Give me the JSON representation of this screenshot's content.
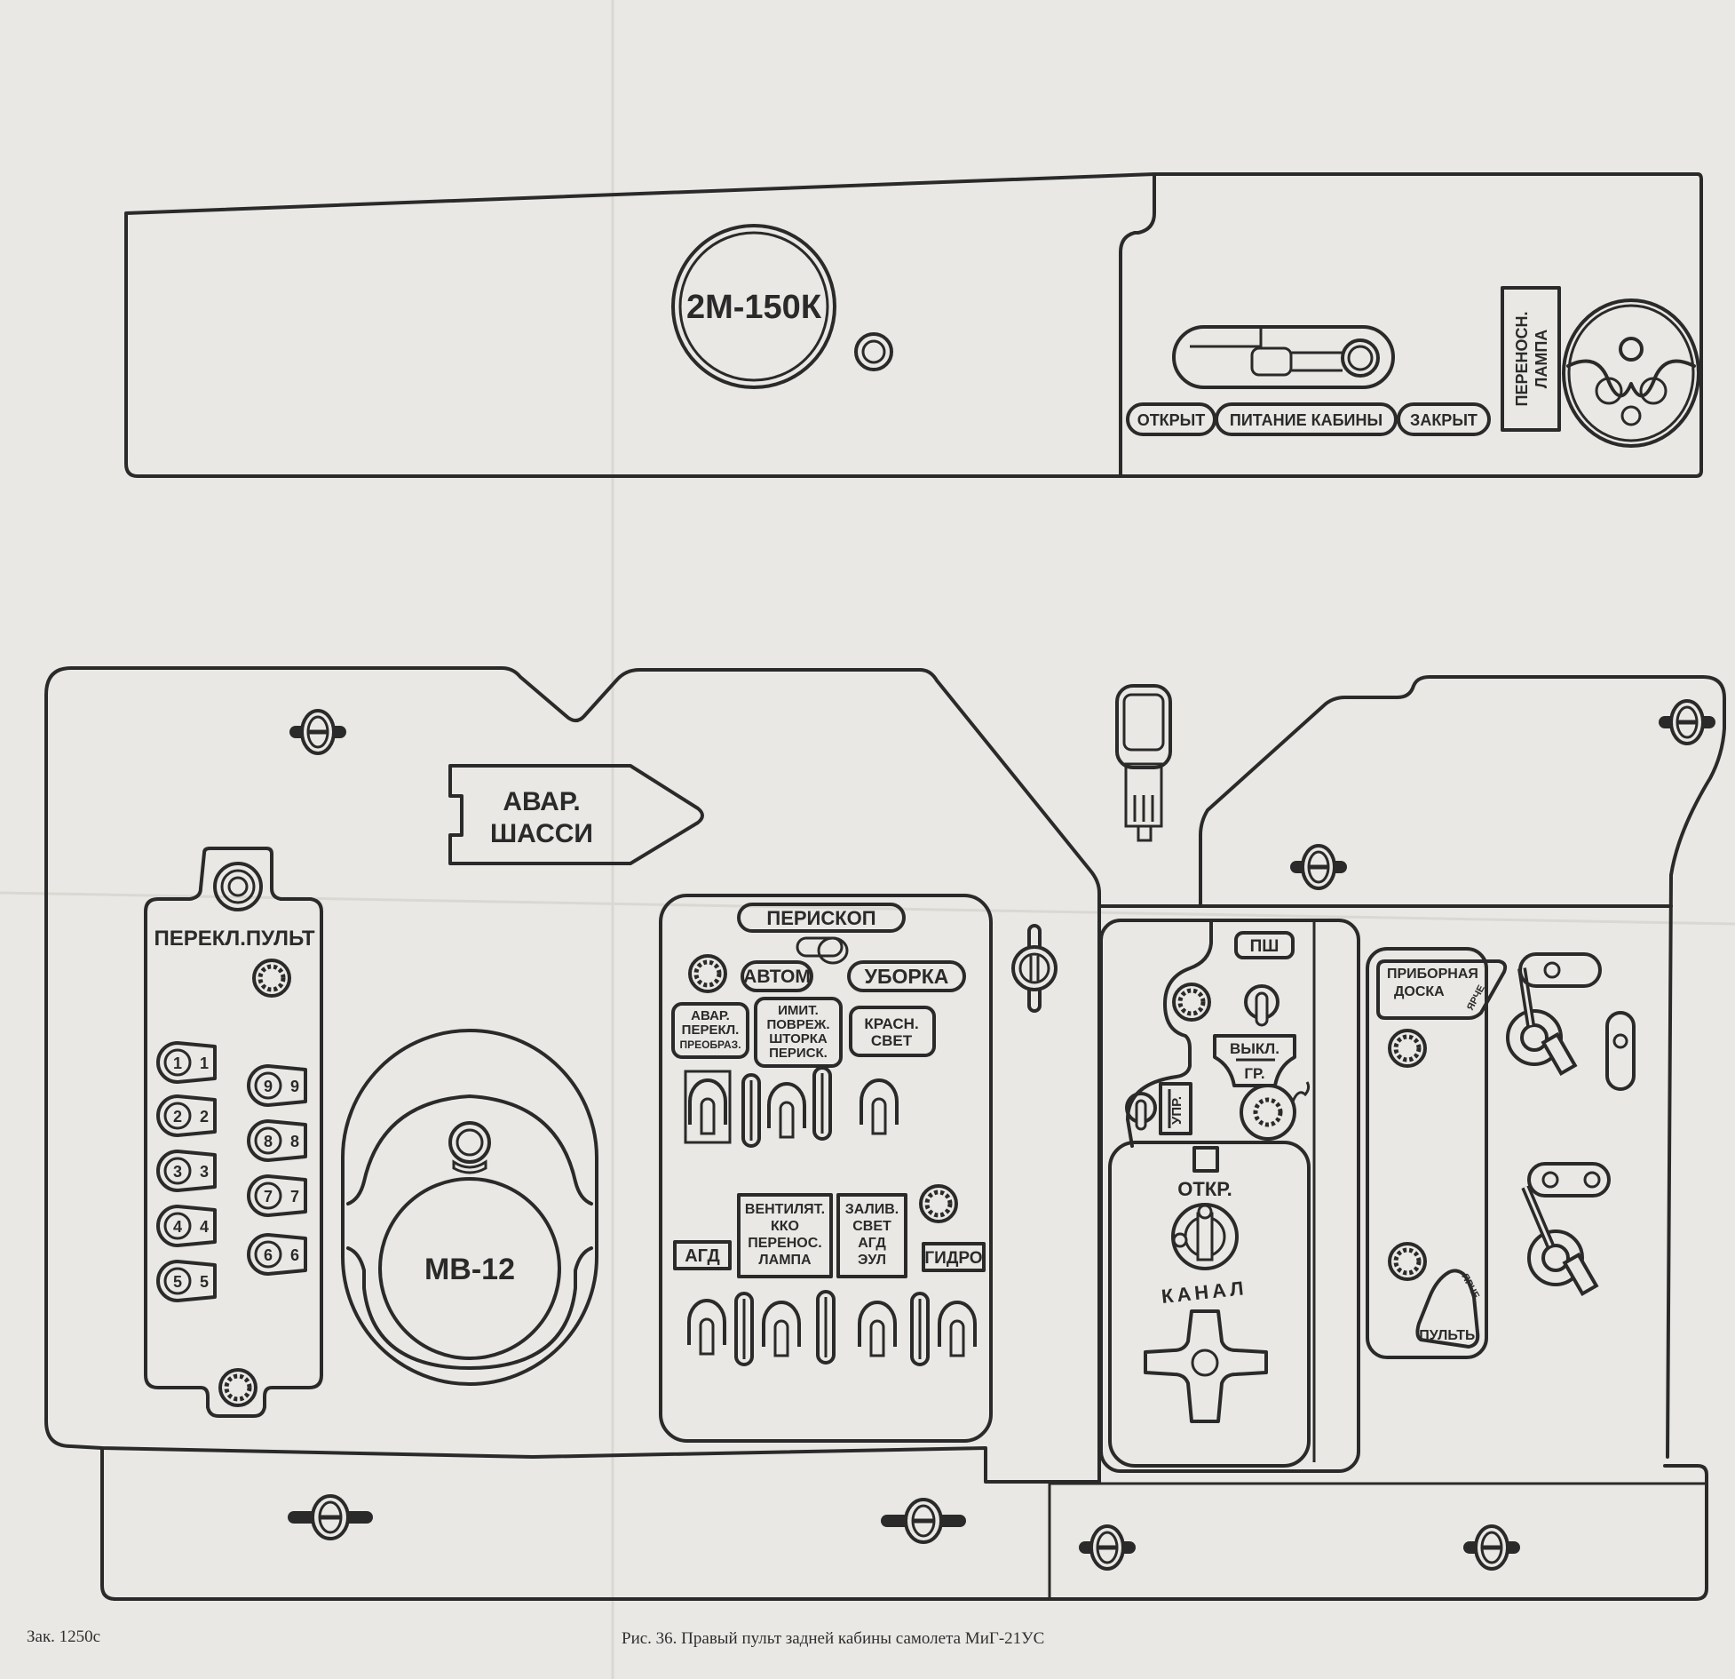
{
  "colors": {
    "paper": "#e9e8e4",
    "ink": "#2a2a2a"
  },
  "upper_panel": {
    "gauge_label": "2М-150К",
    "cabin_power": {
      "open": "ОТКРЫТ",
      "title": "ПИТАНИЕ КАБИНЫ",
      "closed": "ЗАКРЫТ"
    },
    "portable_lamp": [
      "ПЕРЕНОСН.",
      "ЛАМПА"
    ]
  },
  "lower_panel": {
    "emergency_gear": [
      "АВАР.",
      "ШАССИ"
    ],
    "console_switch": {
      "title": "ПЕРЕКЛ.ПУЛЬТ",
      "positions": [
        {
          "n": "1",
          "label": "1"
        },
        {
          "n": "2",
          "label": "2"
        },
        {
          "n": "3",
          "label": "3"
        },
        {
          "n": "4",
          "label": "4"
        },
        {
          "n": "5",
          "label": "5"
        },
        {
          "n": "9",
          "label": "9"
        },
        {
          "n": "8",
          "label": "8"
        },
        {
          "n": "7",
          "label": "7"
        },
        {
          "n": "6",
          "label": "6"
        }
      ]
    },
    "mv12_label": "МВ-12",
    "periscope_block": {
      "title": "ПЕРИСКОП",
      "auto": "АВТОМ",
      "retract": "УБОРКА",
      "emerg_switch": [
        "АВАР.",
        "ПЕРЕКЛ.",
        "ПРЕОБРАЗ."
      ],
      "imit": [
        "ИМИТ.",
        "ПОВРЕЖ.",
        "ШТОРКА",
        "ПЕРИСК."
      ],
      "red_light": [
        "КРАСН.",
        "СВЕТ"
      ],
      "agd": "АГД",
      "vent": [
        "ВЕНТИЛЯТ.",
        "ККО",
        "ПЕРЕНОС.",
        "ЛАМПА"
      ],
      "flood": [
        "ЗАЛИВ.",
        "СВЕТ",
        "АГД",
        "ЭУЛ"
      ],
      "hydro": "ГИДРО"
    },
    "right_block": {
      "psh": "ПШ",
      "off_gr": [
        "ВЫКЛ.",
        "ГР."
      ],
      "upr": "УПР.",
      "open": "ОТКР.",
      "channel": "КАНАЛ"
    },
    "lighting_block": {
      "instrument_panel": [
        "ПРИБОРНАЯ",
        "ДОСКА"
      ],
      "brighter_1": "ЯРЧЕ",
      "brighter_2": "ЯРЧЕ",
      "consoles": "ПУЛЬТЫ"
    }
  },
  "footer": {
    "order": "Зак. 1250с",
    "caption": "Рис. 36. Правый пульт задней кабины самолета МиГ-21УС"
  }
}
